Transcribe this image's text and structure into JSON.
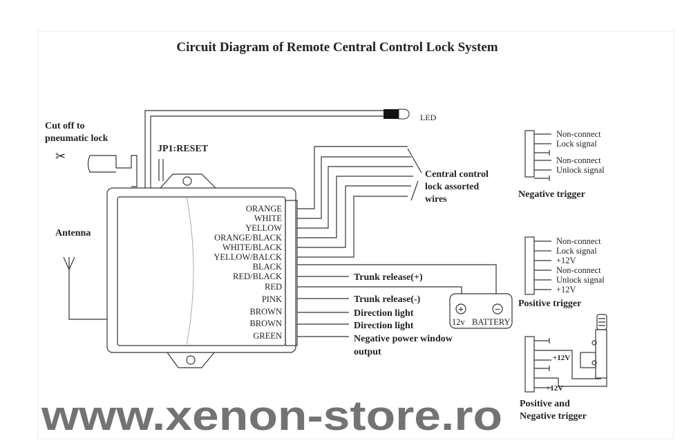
{
  "title": "Circuit Diagram of Remote Central Control Lock System",
  "watermark": "www.xenon-store.ro",
  "led_label": "LED",
  "cutoff": {
    "line1": "Cut off to",
    "line2": "pneumatic lock"
  },
  "jp1_label": "JP1:RESET",
  "antenna_label": "Antenna",
  "wire_colors": [
    "ORANGE",
    "WHITE",
    "YELLOW",
    "ORANGE/BLACK",
    "WHITE/BLACK",
    "YELLOW/BALCK",
    "BLACK",
    "RED/BLACK",
    "RED",
    "PINK",
    "BROWN",
    "BROWN",
    "GREEN"
  ],
  "central": {
    "line1": "Central control",
    "line2": "lock assorted",
    "line3": "wires"
  },
  "outputs": {
    "trunk_plus": "Trunk release(+)",
    "trunk_minus": "Trunk release(-)",
    "direction1": "Direction light",
    "direction2": "Direction light",
    "window1": "Negative power window",
    "window2": "output"
  },
  "battery": {
    "plus": "+",
    "minus": "−",
    "voltage": "12v",
    "label": "BATTERY"
  },
  "negative_trigger": {
    "pins": [
      "Non-connect",
      "Lock signal",
      "Non-connect",
      "Unlock signal"
    ],
    "title": "Negative trigger"
  },
  "positive_trigger": {
    "pins": [
      "Non-connect",
      "Lock signal",
      "+12V",
      "Non-connect",
      "Unlock signal",
      "+12V"
    ],
    "title": "Positive trigger"
  },
  "pos_neg_trigger": {
    "v1": "+12V",
    "v2": "+12V",
    "title1": "Positive and",
    "title2": "Negative trigger"
  }
}
